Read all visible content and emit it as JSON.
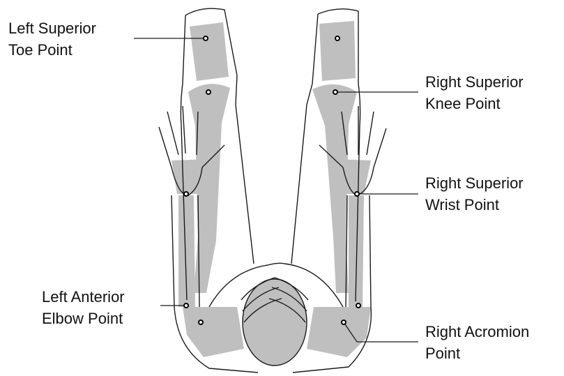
{
  "labels": {
    "left_superior_toe": [
      "Left Superior",
      "Toe Point"
    ],
    "right_superior_knee": [
      "Right Superior",
      "Knee Point"
    ],
    "right_superior_wrist": [
      "Right Superior",
      "Wrist Point"
    ],
    "left_anterior_elbow": [
      "Left Anterior",
      "Elbow Point"
    ],
    "right_acromion": [
      "Right Acromion",
      "Point"
    ]
  },
  "colors": {
    "bone": "#bfbfbf",
    "outline": "#1a1a1a",
    "background": "#ffffff",
    "landmark": "#000000"
  }
}
